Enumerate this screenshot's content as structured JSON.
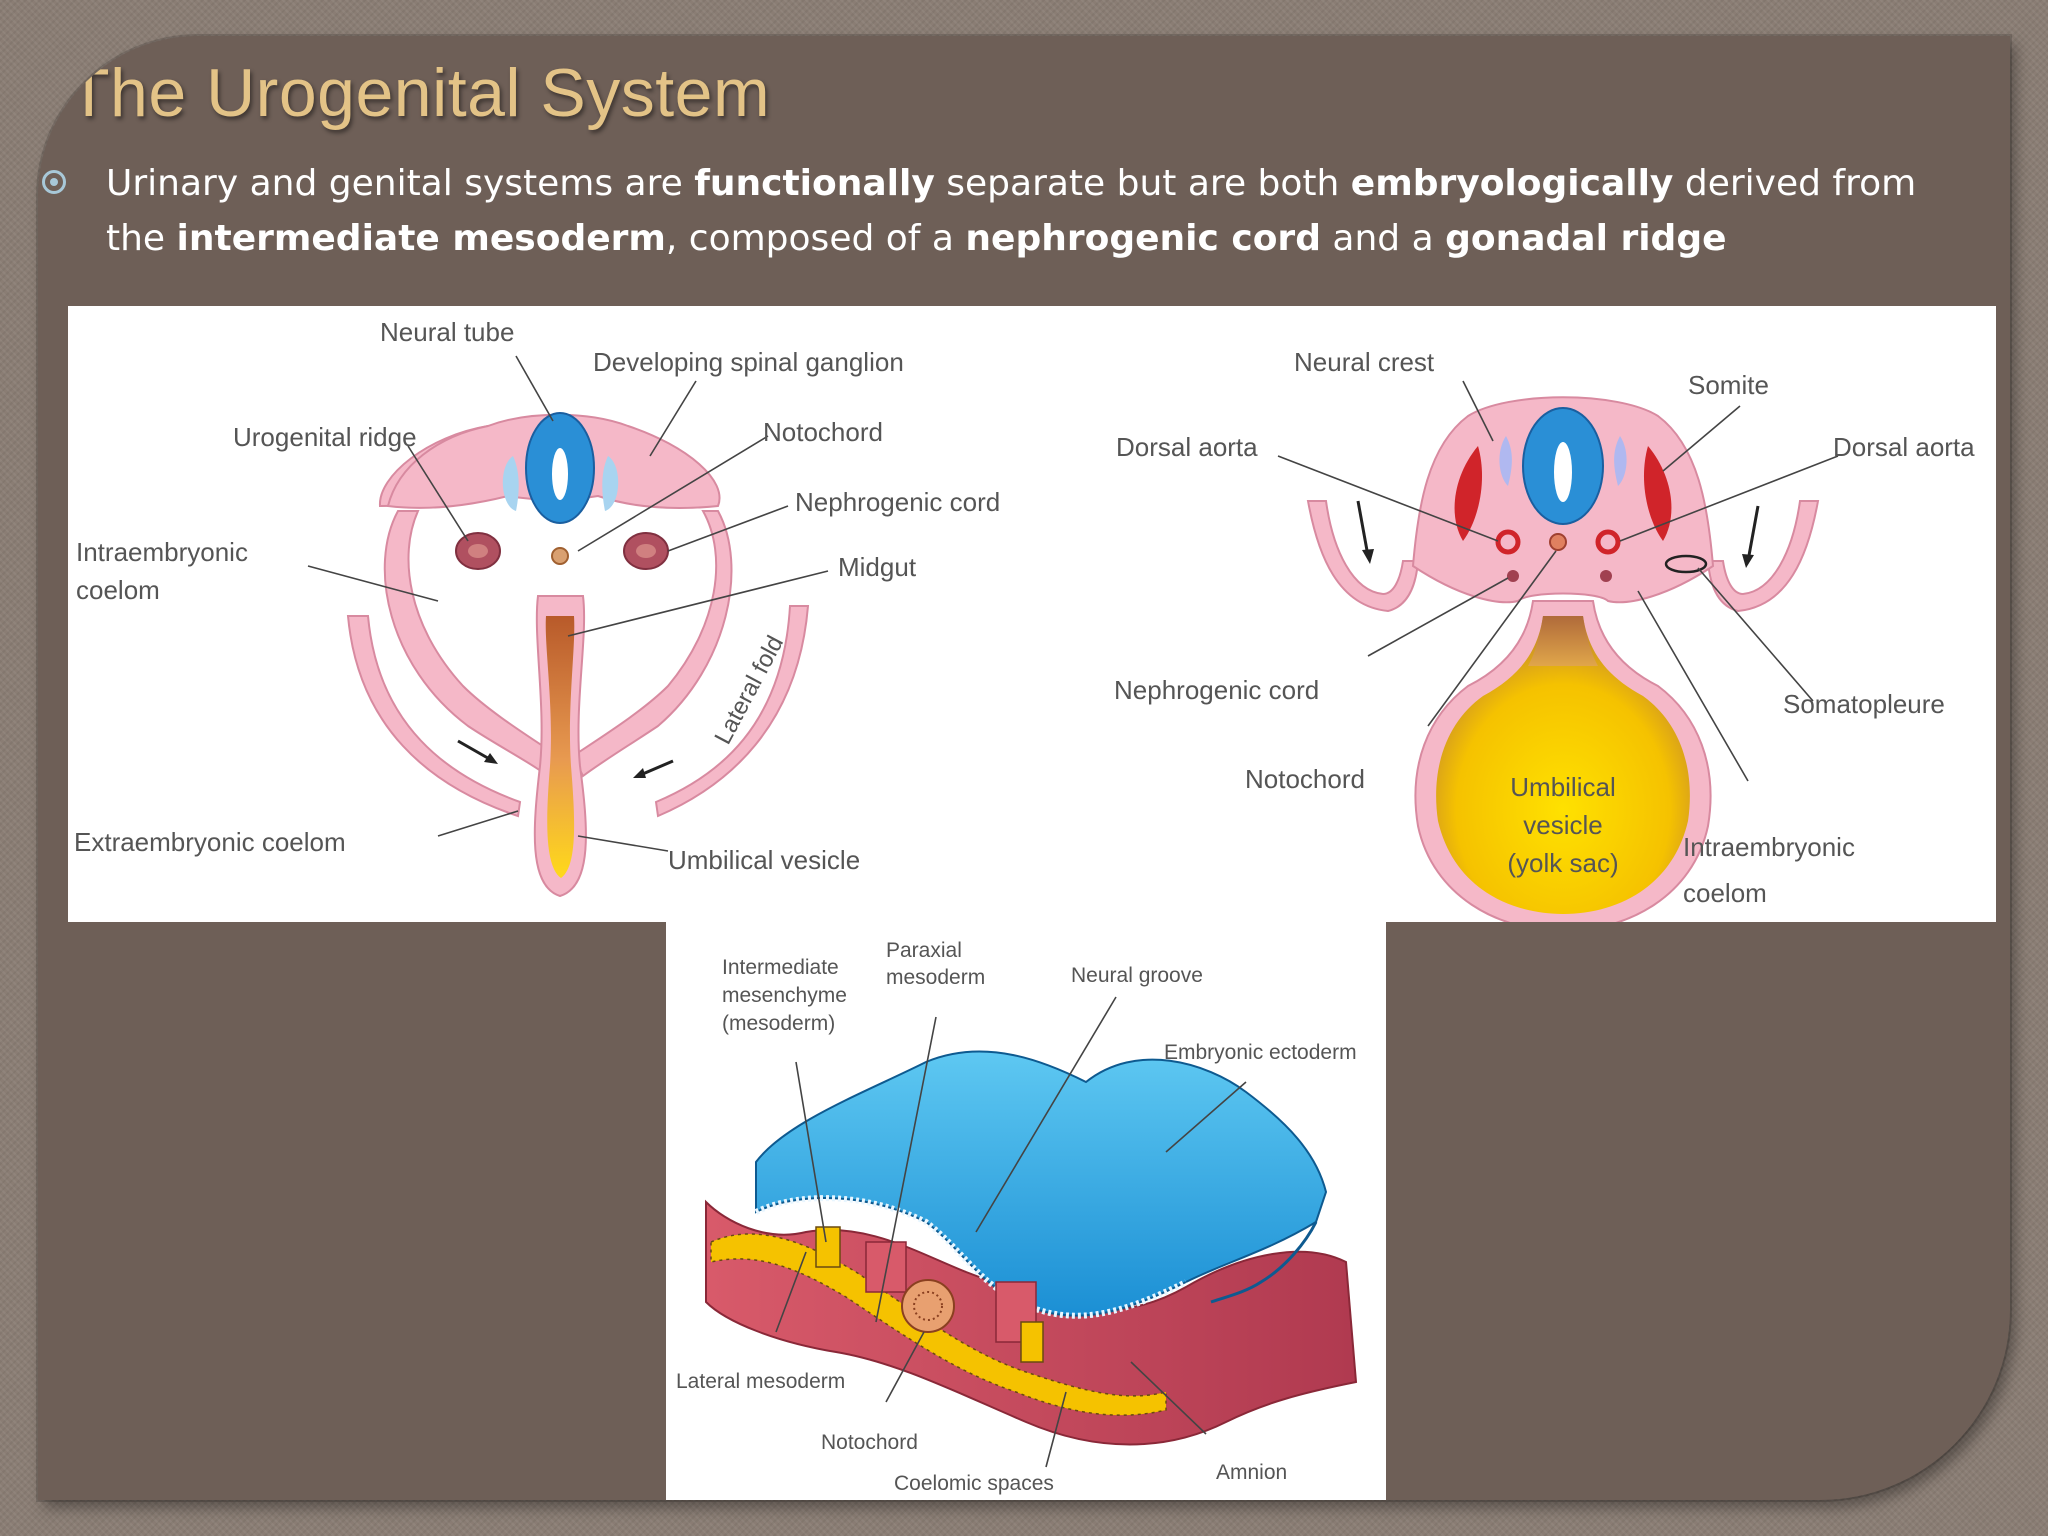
{
  "slide": {
    "title": "The Urogenital System",
    "bullet": {
      "t1": "Urinary and genital systems are ",
      "b1": "functionally",
      "t2": " separate but are both ",
      "b2": "embryologically",
      "t3": " derived from the ",
      "b3": "intermediate mesoderm",
      "t4": ", composed of a ",
      "b4": "nephrogenic cord",
      "t5": " and a ",
      "b5": "gonadal ridge"
    }
  },
  "figure_left": {
    "neural_tube": "Neural tube",
    "spinal_ganglion": "Developing spinal ganglion",
    "urogenital_ridge": "Urogenital ridge",
    "notochord": "Notochord",
    "nephrogenic_cord": "Nephrogenic cord",
    "intraembryonic_1": "Intraembryonic",
    "intraembryonic_2": "coelom",
    "midgut": "Midgut",
    "lateral_fold": "Lateral fold",
    "extraembryonic": "Extraembryonic coelom",
    "umbilical": "Umbilical vesicle"
  },
  "figure_right": {
    "neural_crest": "Neural crest",
    "somite": "Somite",
    "dorsal_aorta_left": "Dorsal aorta",
    "dorsal_aorta_right": "Dorsal aorta",
    "nephrogenic_cord": "Nephrogenic cord",
    "somatopleure": "Somatopleure",
    "notochord": "Notochord",
    "umbilical_1": "Umbilical",
    "umbilical_2": "vesicle",
    "umbilical_3": "(yolk sac)",
    "intraembryonic_1": "Intraembryonic",
    "intraembryonic_2": "coelom"
  },
  "figure_bottom": {
    "paraxial_1": "Paraxial",
    "paraxial_2": "mesoderm",
    "intermediate_1": "Intermediate",
    "intermediate_2": "mesenchyme",
    "intermediate_3": "(mesoderm)",
    "neural_groove": "Neural groove",
    "embryonic_ectoderm": "Embryonic ectoderm",
    "lateral_mesoderm": "Lateral mesoderm",
    "notochord": "Notochord",
    "amnion": "Amnion",
    "coelomic_spaces": "Coelomic spaces"
  }
}
